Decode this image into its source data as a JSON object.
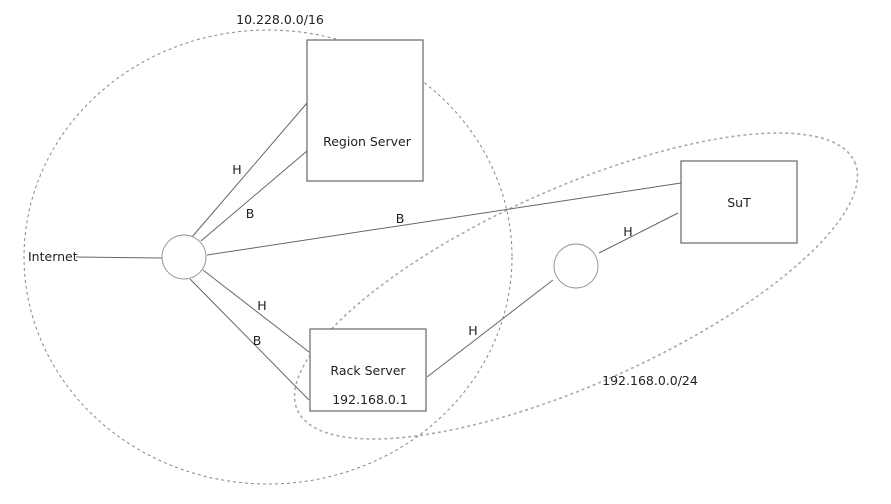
{
  "zones": {
    "outer": "10.228.0.0/16",
    "inner": "192.168.0.0/24"
  },
  "nodes": {
    "internet": "Internet",
    "region_server": "Region Server",
    "rack_server": "Rack Server",
    "rack_server_ip": "192.168.0.1",
    "sut": "SuT"
  },
  "edges": {
    "hub_region_h": "H",
    "hub_region_b": "B",
    "hub_sut_b": "B",
    "hub_rack_h": "H",
    "hub_rack_b": "B",
    "rack_switch_h": "H",
    "switch_sut_h": "H"
  }
}
